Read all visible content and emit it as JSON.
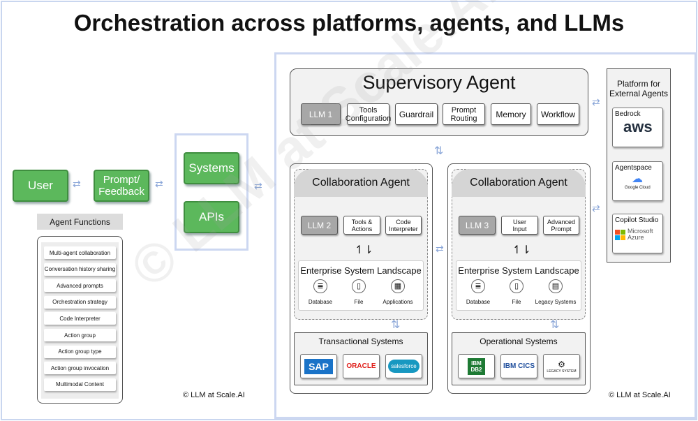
{
  "title": "Orchestration across platforms, agents, and LLMs",
  "user": "User",
  "prompt_feedback": "Prompt/\nFeedback",
  "systems": "Systems",
  "apis": "APIs",
  "agent_functions": {
    "title": "Agent Functions",
    "items": [
      "Multi-agent collaboration",
      "Conversation history sharing",
      "Advanced prompts",
      "Orchestration strategy",
      "Code Interpreter",
      "Action group",
      "Action group type",
      "Action group invocation",
      "Multimodal Content"
    ]
  },
  "supervisory": {
    "title": "Supervisory Agent",
    "chips": [
      "LLM 1",
      "Tools\nConfiguration",
      "Guardrail",
      "Prompt\nRouting",
      "Memory",
      "Workflow"
    ]
  },
  "collab_left": {
    "title": "Collaboration Agent",
    "chips": [
      "LLM 2",
      "Tools &\nActions",
      "Code\nInterpreter"
    ],
    "esl_title": "Enterprise System Landscape",
    "esl_items": [
      "Database",
      "File",
      "Applications"
    ],
    "systems_title": "Transactional Systems",
    "logos": [
      "SAP",
      "ORACLE",
      "salesforce"
    ]
  },
  "collab_right": {
    "title": "Collaboration Agent",
    "chips": [
      "LLM 3",
      "User\nInput",
      "Advanced\nPrompt"
    ],
    "esl_title": "Enterprise System Landscape",
    "esl_items": [
      "Database",
      "File",
      "Legacy Systems"
    ],
    "systems_title": "Operational Systems",
    "logos": [
      "IBM\nDB2",
      "IBM CICS",
      "LEGACY SYSTEM"
    ]
  },
  "platform": {
    "title": "Platform for\nExternal Agents",
    "cards": [
      {
        "label": "Bedrock",
        "logo": "aws"
      },
      {
        "label": "Agentspace",
        "logo": "Google Cloud"
      },
      {
        "label": "Copilot Studio",
        "logo": "Microsoft\nAzure"
      }
    ]
  },
  "copyright_left": "© LLM at Scale.AI",
  "copyright_right": "© LLM at Scale.AI",
  "watermark": "© LLM at Scale.AI",
  "colors": {
    "green": "#5cb85c",
    "panel_border": "#ccd7f1",
    "llm_chip": "#a7a7a7",
    "arrow": "#8aa6d8"
  }
}
